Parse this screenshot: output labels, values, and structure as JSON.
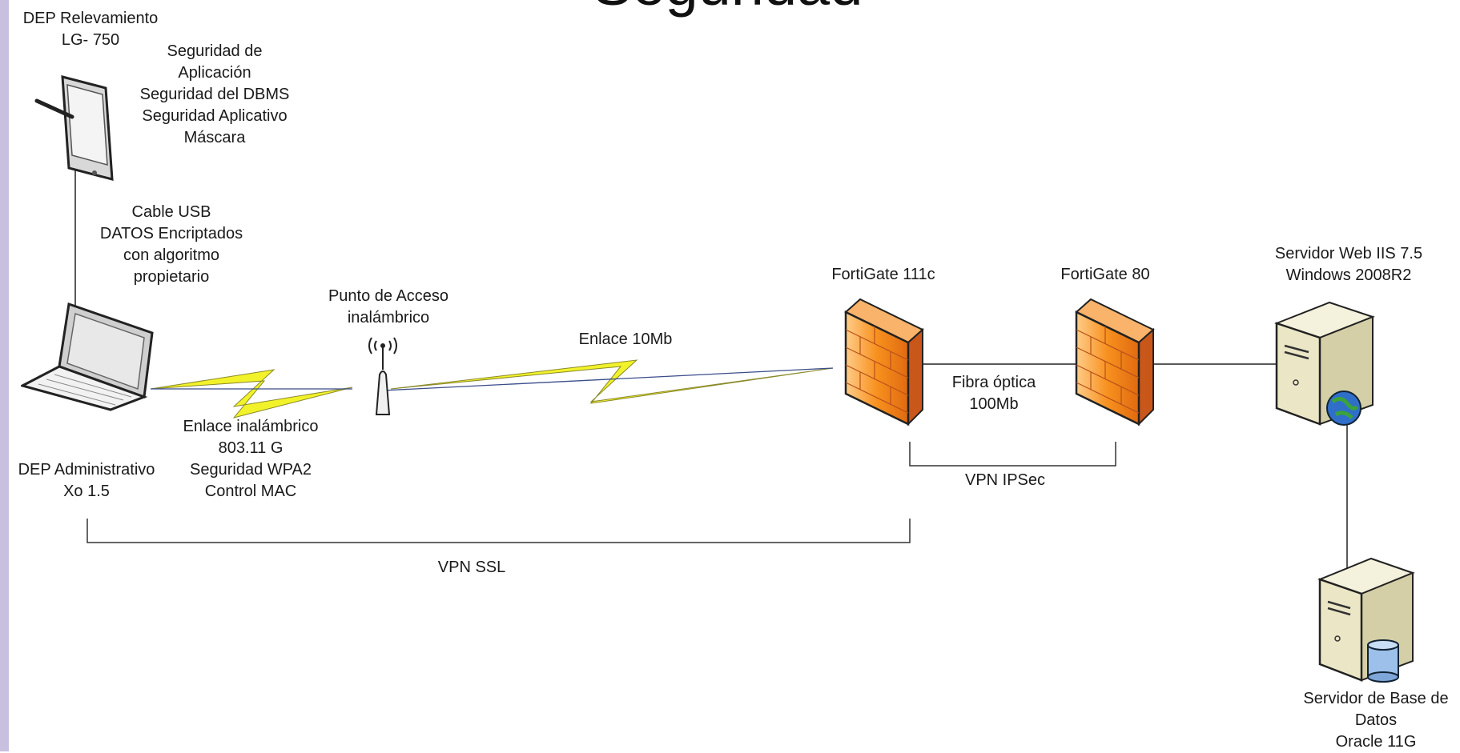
{
  "title": "Seguridad",
  "nodes": {
    "tablet": {
      "label": [
        "DEP Relevamiento",
        "LG- 750"
      ]
    },
    "laptop": {
      "label": [
        "DEP Administrativo",
        "Xo 1.5"
      ]
    },
    "access_point": {
      "label": [
        "Punto de Acceso",
        "inalámbrico"
      ]
    },
    "fortigate1": {
      "label": [
        "FortiGate 111c"
      ]
    },
    "fortigate2": {
      "label": [
        "FortiGate 80"
      ]
    },
    "web_server": {
      "label": [
        "Servidor Web IIS 7.5",
        "Windows 2008R2"
      ]
    },
    "db_server": {
      "label": [
        "Servidor de Base de",
        "Datos",
        "Oracle 11G"
      ]
    }
  },
  "notes": {
    "tablet_security": [
      "Seguridad de",
      "Aplicación",
      "Seguridad del DBMS",
      "Seguridad Aplicativo",
      "Máscara"
    ],
    "usb": [
      "Cable USB",
      "DATOS Encriptados",
      "con algoritmo",
      "propietario"
    ],
    "wireless_link": [
      "Enlace inalámbrico",
      "803.11 G",
      "Seguridad WPA2",
      "Control MAC"
    ],
    "link_10mb": [
      "Enlace 10Mb"
    ],
    "fiber": [
      "Fibra óptica",
      "100Mb"
    ],
    "vpn_ipsec": [
      "VPN IPSec"
    ],
    "vpn_ssl": [
      "VPN SSL"
    ]
  },
  "colors": {
    "sidebar": "#c9c0e0",
    "lightning": "#f2f22a",
    "firewall": "#f08a2a",
    "server": "#e6e2c4",
    "globe": "#2f6fc9",
    "database": "#8fb6e6"
  }
}
